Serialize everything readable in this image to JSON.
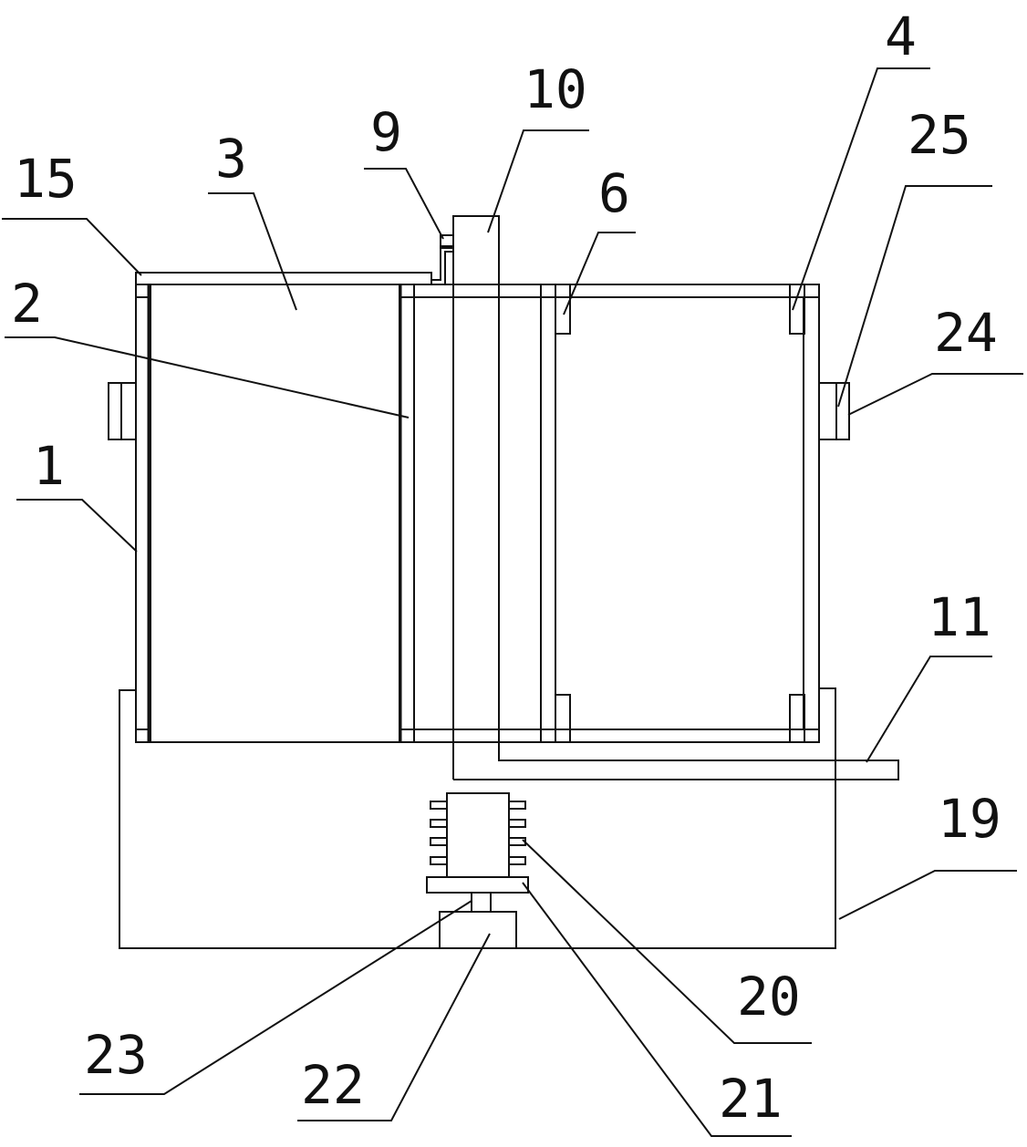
{
  "labels": {
    "l1": "1",
    "l2": "2",
    "l3": "3",
    "l4": "4",
    "l6": "6",
    "l9": "9",
    "l10": "10",
    "l11": "11",
    "l15": "15",
    "l19": "19",
    "l20": "20",
    "l21": "21",
    "l22": "22",
    "l23": "23",
    "l24": "24",
    "l25": "25"
  },
  "colors": {
    "line": "#111111",
    "background": "#ffffff"
  }
}
